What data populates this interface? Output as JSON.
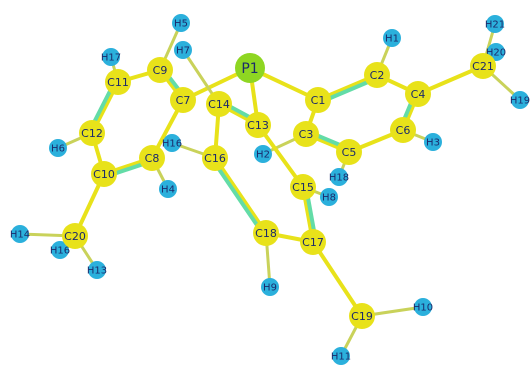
{
  "colors": {
    "carbon": "#e8e21a",
    "hydrogen": "#2bb0dc",
    "phosphorus": "#8ed622",
    "bond_single": "#e8e21a",
    "bond_aromatic": "#63dca7",
    "label": "#1b2a6b"
  },
  "atoms": [
    {
      "id": "P1",
      "label": "P1",
      "element": "P"
    },
    {
      "id": "C1",
      "label": "C1",
      "element": "C"
    },
    {
      "id": "C2",
      "label": "C2",
      "element": "C"
    },
    {
      "id": "C3",
      "label": "C3",
      "element": "C"
    },
    {
      "id": "C4",
      "label": "C4",
      "element": "C"
    },
    {
      "id": "C5",
      "label": "C5",
      "element": "C"
    },
    {
      "id": "C6",
      "label": "C6",
      "element": "C"
    },
    {
      "id": "C7",
      "label": "C7",
      "element": "C"
    },
    {
      "id": "C8",
      "label": "C8",
      "element": "C"
    },
    {
      "id": "C9",
      "label": "C9",
      "element": "C"
    },
    {
      "id": "C10",
      "label": "C10",
      "element": "C"
    },
    {
      "id": "C11",
      "label": "C11",
      "element": "C"
    },
    {
      "id": "C12",
      "label": "C12",
      "element": "C"
    },
    {
      "id": "C13",
      "label": "C13",
      "element": "C"
    },
    {
      "id": "C14",
      "label": "C14",
      "element": "C"
    },
    {
      "id": "C15",
      "label": "C15",
      "element": "C"
    },
    {
      "id": "C16",
      "label": "C16",
      "element": "C"
    },
    {
      "id": "C17",
      "label": "C17",
      "element": "C"
    },
    {
      "id": "C18",
      "label": "C18",
      "element": "C"
    },
    {
      "id": "C19",
      "label": "C19",
      "element": "C"
    },
    {
      "id": "C20",
      "label": "C20",
      "element": "C"
    },
    {
      "id": "C21",
      "label": "C21",
      "element": "C"
    },
    {
      "id": "H1",
      "label": "H1",
      "element": "H"
    },
    {
      "id": "H2",
      "label": "H2",
      "element": "H"
    },
    {
      "id": "H3",
      "label": "H3",
      "element": "H"
    },
    {
      "id": "H4",
      "label": "H4",
      "element": "H"
    },
    {
      "id": "H5",
      "label": "H5",
      "element": "H"
    },
    {
      "id": "H6",
      "label": "H6",
      "element": "H"
    },
    {
      "id": "H7",
      "label": "H7",
      "element": "H"
    },
    {
      "id": "H8",
      "label": "H8",
      "element": "H"
    },
    {
      "id": "H9",
      "label": "H9",
      "element": "H"
    },
    {
      "id": "H10",
      "label": "H10",
      "element": "H"
    },
    {
      "id": "H11",
      "label": "H11",
      "element": "H"
    },
    {
      "id": "H13",
      "label": "H13",
      "element": "H"
    },
    {
      "id": "H14",
      "label": "H14",
      "element": "H"
    },
    {
      "id": "H16",
      "label": "H16",
      "element": "H"
    },
    {
      "id": "H17",
      "label": "H17",
      "element": "H"
    },
    {
      "id": "H18",
      "label": "H18",
      "element": "H"
    },
    {
      "id": "H19",
      "label": "H19",
      "element": "H"
    },
    {
      "id": "H20",
      "label": "H20",
      "element": "H"
    },
    {
      "id": "H21",
      "label": "H21",
      "element": "H"
    }
  ],
  "bonds": [
    {
      "a": "P1",
      "b": "C1",
      "type": "single"
    },
    {
      "a": "P1",
      "b": "C7",
      "type": "single"
    },
    {
      "a": "P1",
      "b": "C13",
      "type": "single"
    },
    {
      "a": "C1",
      "b": "C2",
      "type": "aromatic"
    },
    {
      "a": "C2",
      "b": "C4",
      "type": "single"
    },
    {
      "a": "C4",
      "b": "C6",
      "type": "aromatic"
    },
    {
      "a": "C6",
      "b": "C5",
      "type": "single"
    },
    {
      "a": "C5",
      "b": "C3",
      "type": "aromatic"
    },
    {
      "a": "C3",
      "b": "C1",
      "type": "single"
    },
    {
      "a": "C4",
      "b": "C21",
      "type": "single"
    },
    {
      "a": "C2",
      "b": "H1",
      "type": "single"
    },
    {
      "a": "C3",
      "b": "H2",
      "type": "single"
    },
    {
      "a": "C6",
      "b": "H3",
      "type": "single"
    },
    {
      "a": "C5",
      "b": "H18",
      "type": "single"
    },
    {
      "a": "C21",
      "b": "H19",
      "type": "single"
    },
    {
      "a": "C21",
      "b": "H20",
      "type": "single"
    },
    {
      "a": "C21",
      "b": "H21",
      "type": "single"
    },
    {
      "a": "C7",
      "b": "C9",
      "type": "aromatic"
    },
    {
      "a": "C9",
      "b": "C11",
      "type": "single"
    },
    {
      "a": "C11",
      "b": "C12",
      "type": "aromatic"
    },
    {
      "a": "C12",
      "b": "C10",
      "type": "single"
    },
    {
      "a": "C10",
      "b": "C8",
      "type": "aromatic"
    },
    {
      "a": "C8",
      "b": "C7",
      "type": "single"
    },
    {
      "a": "C10",
      "b": "C20",
      "type": "single"
    },
    {
      "a": "C9",
      "b": "H5",
      "type": "single"
    },
    {
      "a": "C11",
      "b": "H17",
      "type": "single"
    },
    {
      "a": "C12",
      "b": "H6",
      "type": "single"
    },
    {
      "a": "C8",
      "b": "H4",
      "type": "single"
    },
    {
      "a": "C20",
      "b": "H14",
      "type": "single"
    },
    {
      "a": "C20",
      "b": "H13",
      "type": "single"
    },
    {
      "a": "C20",
      "b": "H16",
      "type": "single"
    },
    {
      "a": "C13",
      "b": "C14",
      "type": "aromatic"
    },
    {
      "a": "C14",
      "b": "C16",
      "type": "single"
    },
    {
      "a": "C16",
      "b": "C18",
      "type": "aromatic"
    },
    {
      "a": "C18",
      "b": "C17",
      "type": "single"
    },
    {
      "a": "C17",
      "b": "C15",
      "type": "aromatic"
    },
    {
      "a": "C15",
      "b": "C13",
      "type": "single"
    },
    {
      "a": "C17",
      "b": "C19",
      "type": "single"
    },
    {
      "a": "C14",
      "b": "H7",
      "type": "single"
    },
    {
      "a": "C16",
      "b": "H16",
      "type": "single"
    },
    {
      "a": "C18",
      "b": "H9",
      "type": "single"
    },
    {
      "a": "C15",
      "b": "H8",
      "type": "single"
    },
    {
      "a": "C19",
      "b": "H10",
      "type": "single"
    },
    {
      "a": "C19",
      "b": "H11",
      "type": "single"
    }
  ]
}
